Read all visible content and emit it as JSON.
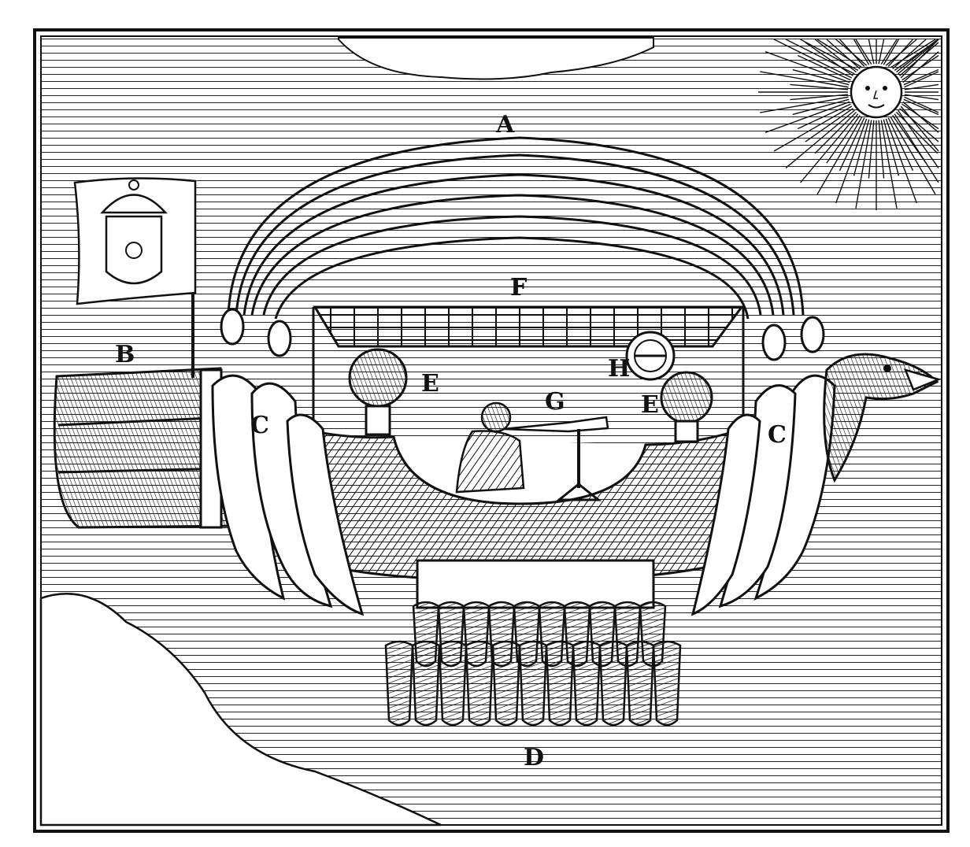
{
  "labels": {
    "A": "A",
    "B": "B",
    "C_left": "C",
    "C_right": "C",
    "D": "D",
    "E_left": "E",
    "E_right": "E",
    "F": "F",
    "G": "G",
    "H": "H"
  },
  "colors": {
    "ink": "#111111",
    "paper": "#ffffff"
  }
}
